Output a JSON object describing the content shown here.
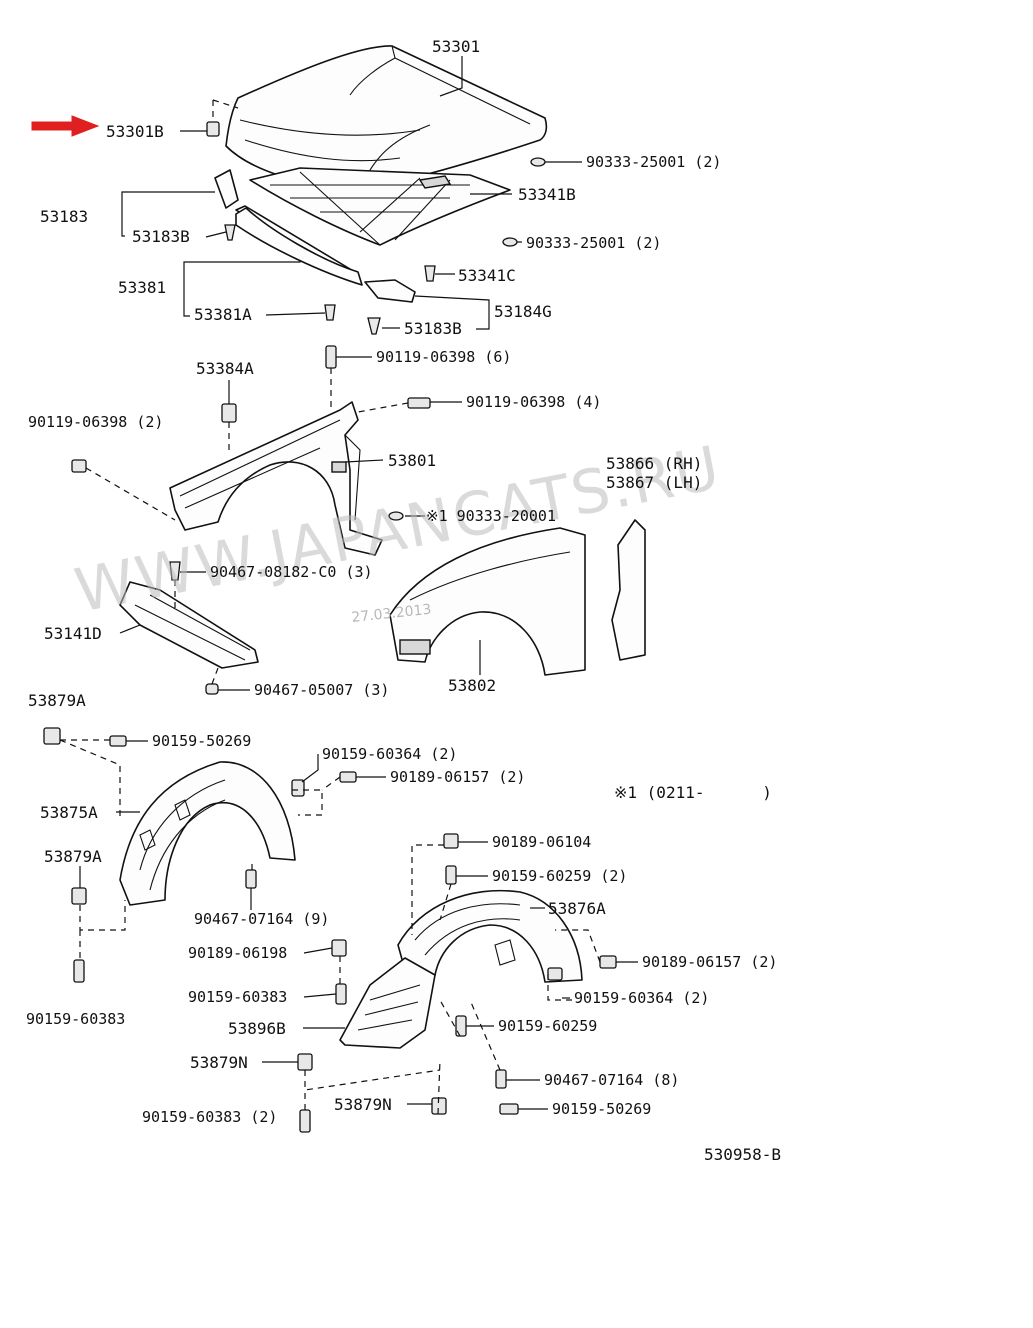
{
  "watermark": "WWW.JAPANCATS.RU",
  "stamp_date": "27.03.2013",
  "footnote": "※1 (0211-      )",
  "figure_code": "530958-B",
  "colors": {
    "highlight_arrow": "#e02020",
    "ink": "#111111",
    "watermark": "#bdbdbd"
  },
  "highlighted_part": "53301B",
  "callouts": [
    {
      "id": "c01",
      "text": "53301"
    },
    {
      "id": "c02",
      "text": "53301B"
    },
    {
      "id": "c03",
      "text": "90333-25001 (2)"
    },
    {
      "id": "c04",
      "text": "53341B"
    },
    {
      "id": "c05",
      "text": "53183"
    },
    {
      "id": "c06",
      "text": "53183B"
    },
    {
      "id": "c07",
      "text": "90333-25001 (2)"
    },
    {
      "id": "c08",
      "text": "53341C"
    },
    {
      "id": "c09",
      "text": "53381"
    },
    {
      "id": "c10",
      "text": "53184G"
    },
    {
      "id": "c11",
      "text": "53381A"
    },
    {
      "id": "c12",
      "text": "53183B"
    },
    {
      "id": "c13",
      "text": "90119-06398 (6)"
    },
    {
      "id": "c14",
      "text": "53384A"
    },
    {
      "id": "c15",
      "text": "90119-06398 (4)"
    },
    {
      "id": "c16",
      "text": "90119-06398 (2)"
    },
    {
      "id": "c17",
      "text": "53801"
    },
    {
      "id": "c18",
      "text": "53866 (RH)"
    },
    {
      "id": "c19",
      "text": "53867 (LH)"
    },
    {
      "id": "c20",
      "text": "※1 90333-20001"
    },
    {
      "id": "c21",
      "text": "90467-08182-C0 (3)"
    },
    {
      "id": "c22",
      "text": "53141D"
    },
    {
      "id": "c23",
      "text": "53802"
    },
    {
      "id": "c24",
      "text": "90467-05007 (3)"
    },
    {
      "id": "c25",
      "text": "53879A"
    },
    {
      "id": "c26",
      "text": "90159-50269"
    },
    {
      "id": "c27",
      "text": "90159-60364 (2)"
    },
    {
      "id": "c28",
      "text": "90189-06157 (2)"
    },
    {
      "id": "c29",
      "text": "53875A"
    },
    {
      "id": "c30",
      "text": "53879A"
    },
    {
      "id": "c31",
      "text": "90189-06104"
    },
    {
      "id": "c32",
      "text": "90159-60259 (2)"
    },
    {
      "id": "c33",
      "text": "90467-07164 (9)"
    },
    {
      "id": "c34",
      "text": "53876A"
    },
    {
      "id": "c35",
      "text": "90189-06198"
    },
    {
      "id": "c36",
      "text": "90189-06157 (2)"
    },
    {
      "id": "c37",
      "text": "90159-60383"
    },
    {
      "id": "c38",
      "text": "90159-60364 (2)"
    },
    {
      "id": "c39",
      "text": "90159-60383"
    },
    {
      "id": "c40",
      "text": "53896B"
    },
    {
      "id": "c41",
      "text": "90159-60259"
    },
    {
      "id": "c42",
      "text": "53879N"
    },
    {
      "id": "c43",
      "text": "90467-07164 (8)"
    },
    {
      "id": "c44",
      "text": "90159-60383 (2)"
    },
    {
      "id": "c45",
      "text": "53879N"
    },
    {
      "id": "c46",
      "text": "90159-50269"
    }
  ]
}
